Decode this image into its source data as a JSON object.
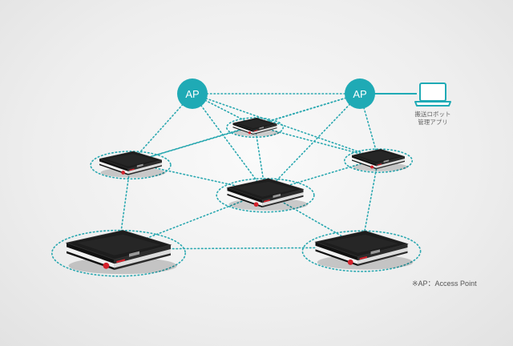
{
  "access_points": [
    {
      "id": "ap-left",
      "label": "AP"
    },
    {
      "id": "ap-right",
      "label": "AP"
    }
  ],
  "app": {
    "label_line1": "搬送ロボット",
    "label_line2": "管理アプリ",
    "icon": "laptop-icon"
  },
  "robots": [
    {
      "id": "robot-top-center"
    },
    {
      "id": "robot-mid-left"
    },
    {
      "id": "robot-mid-right"
    },
    {
      "id": "robot-center"
    },
    {
      "id": "robot-bottom-left"
    },
    {
      "id": "robot-bottom-right"
    }
  ],
  "footnote": "※AP：Access Point",
  "colors": {
    "ap_fill": "#1faab5",
    "link": "#2aa8b0",
    "robot_body": "#1d1d1d",
    "robot_band": "#f0f0f0",
    "robot_accent": "#d3202a"
  }
}
